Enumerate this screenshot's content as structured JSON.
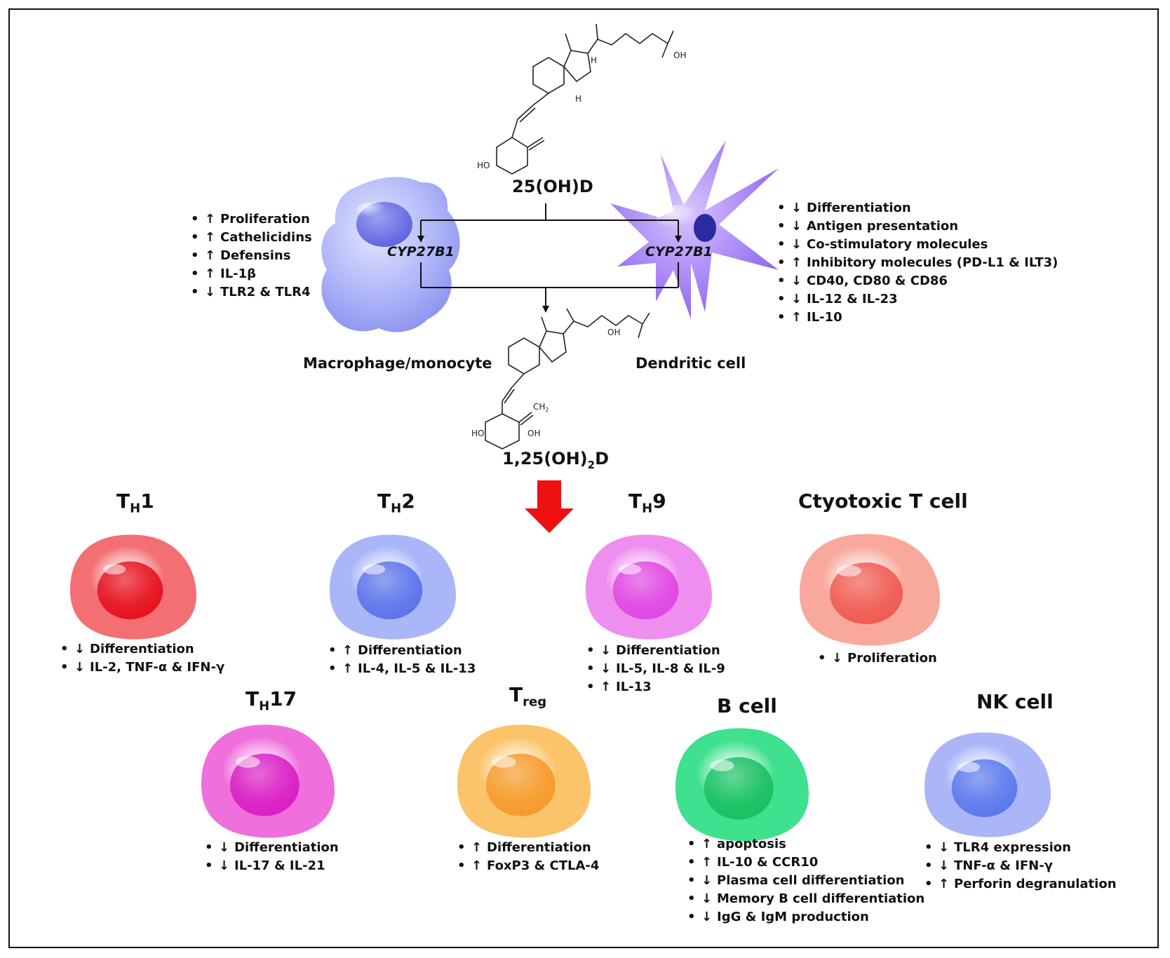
{
  "molecules": {
    "precursor": "25(OH)D",
    "active_main": "1,25(OH)",
    "active_sub": "2",
    "active_tail": "D"
  },
  "enzymes": {
    "left": "CYP27B1",
    "right": "CYP27B1"
  },
  "structure_labels": {
    "oh": "OH",
    "h": "H",
    "ho": "HO",
    "ch2": "CH",
    "ch2_sub": "2"
  },
  "innate_cells": [
    {
      "id": "macrophage",
      "label": "Macrophage/monocyte",
      "color": "#9da4f6",
      "effects": [
        {
          "dir": "↑",
          "text": "Proliferation"
        },
        {
          "dir": "↑",
          "text": "Cathelicidins"
        },
        {
          "dir": "↑",
          "text": "Defensins"
        },
        {
          "dir": "↑",
          "text": "IL-1β"
        },
        {
          "dir": "↓",
          "text": "TLR2 & TLR4"
        }
      ]
    },
    {
      "id": "dendritic",
      "label": "Dendritic cell",
      "color": "#a77cf4",
      "effects": [
        {
          "dir": "↓",
          "text": "Differentiation"
        },
        {
          "dir": "↓",
          "text": "Antigen presentation"
        },
        {
          "dir": "↓",
          "text": "Co-stimulatory molecules"
        },
        {
          "dir": "↑",
          "text": "Inhibitory molecules (PD-L1 & ILT3)"
        },
        {
          "dir": "↓",
          "text": "CD40, CD80 & CD86"
        },
        {
          "dir": "↓",
          "text": "IL-12 & IL-23"
        },
        {
          "dir": "↑",
          "text": "IL-10"
        }
      ]
    }
  ],
  "adaptive_cells": [
    {
      "id": "th1",
      "name_main": "T",
      "name_sub": "H",
      "name_tail": "1",
      "color": "#f36f73",
      "nucleus": "#e6101c",
      "effects": [
        {
          "dir": "↓",
          "text": "Differentiation"
        },
        {
          "dir": "↓",
          "text": "IL-2, TNF-α & IFN-γ"
        }
      ]
    },
    {
      "id": "th2",
      "name_main": "T",
      "name_sub": "H",
      "name_tail": "2",
      "color": "#a9b6f8",
      "nucleus": "#5b73ea",
      "effects": [
        {
          "dir": "↑",
          "text": "Differentiation"
        },
        {
          "dir": "↑",
          "text": "IL-4, IL-5 & IL-13"
        }
      ]
    },
    {
      "id": "th9",
      "name_main": "T",
      "name_sub": "H",
      "name_tail": "9",
      "color": "#ee8ff0",
      "nucleus": "#df47e3",
      "effects": [
        {
          "dir": "↓",
          "text": "Differentiation"
        },
        {
          "dir": "↓",
          "text": "IL-5, IL-8 & IL-9"
        },
        {
          "dir": "↑",
          "text": "IL-13"
        }
      ]
    },
    {
      "id": "ctl",
      "name_main": "Ctyotoxic T cell",
      "name_sub": "",
      "name_tail": "",
      "color": "#f9a89c",
      "nucleus": "#f05a50",
      "effects": [
        {
          "dir": "↓",
          "text": "Proliferation"
        }
      ]
    },
    {
      "id": "th17",
      "name_main": "T",
      "name_sub": "H",
      "name_tail": "17",
      "color": "#ef6fdc",
      "nucleus": "#d91ec4",
      "effects": [
        {
          "dir": "↓",
          "text": "Differentiation"
        },
        {
          "dir": "↓",
          "text": "IL-17 & IL-21"
        }
      ]
    },
    {
      "id": "treg",
      "name_main": "T",
      "name_sub": "reg",
      "name_tail": "",
      "color": "#fbc36a",
      "nucleus": "#f69a2c",
      "effects": [
        {
          "dir": "↑",
          "text": "Differentiation"
        },
        {
          "dir": "↑",
          "text": "FoxP3 & CTLA-4"
        }
      ]
    },
    {
      "id": "bcell",
      "name_main": "B cell",
      "name_sub": "",
      "name_tail": "",
      "color": "#3fe08e",
      "nucleus": "#1bc062",
      "effects": [
        {
          "dir": "↑",
          "text": "apoptosis"
        },
        {
          "dir": "↑",
          "text": "IL-10 & CCR10"
        },
        {
          "dir": "↓",
          "text": "Plasma cell differentiation"
        },
        {
          "dir": "↓",
          "text": "Memory B cell differentiation"
        },
        {
          "dir": "↓",
          "text": "IgG & IgM production"
        }
      ]
    },
    {
      "id": "nk",
      "name_main": "NK cell",
      "name_sub": "",
      "name_tail": "",
      "color": "#aab6f8",
      "nucleus": "#5a78ee",
      "effects": [
        {
          "dir": "↓",
          "text": "TLR4 expression"
        },
        {
          "dir": "↓",
          "text": "TNF-α & IFN-γ"
        },
        {
          "dir": "↑",
          "text": "Perforin degranulation"
        }
      ]
    }
  ],
  "colors": {
    "arrow": "#ee1111",
    "line": "#111111"
  }
}
